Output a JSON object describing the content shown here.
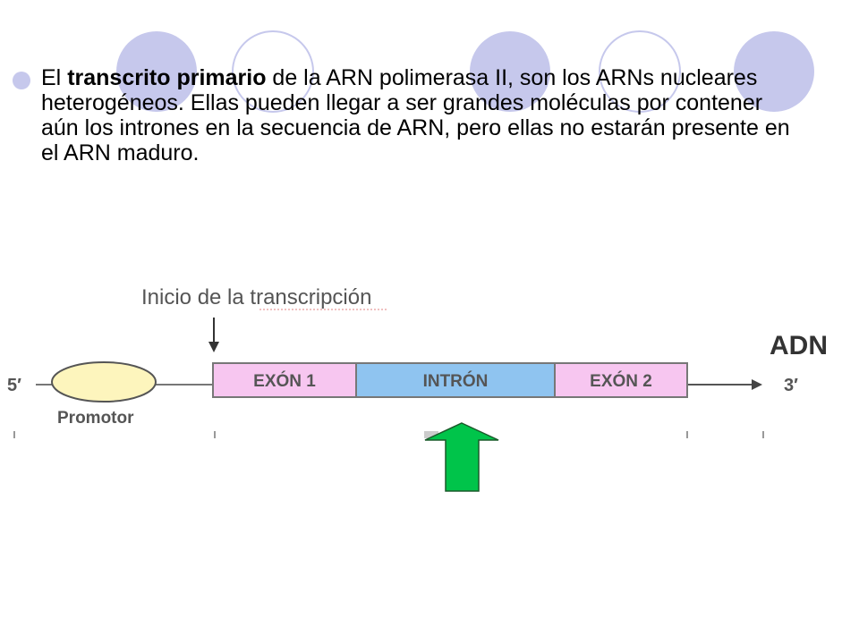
{
  "colors": {
    "circle_fill": "#c6c8ec",
    "circle_stroke": "#c6c8ec",
    "exon": "#f7c6f0",
    "intron": "#8fc4f0",
    "promoter": "#fdf5bd",
    "green_arrow": "#00c44a"
  },
  "bullet": {
    "part1": "El ",
    "bold": "transcrito primario",
    "part2": " de la ARN polimerasa II, son los ARNs nucleares heterogéneos. Ellas pueden llegar a ser grandes moléculas por contener aún los intrones en la secuencia de ARN, pero ellas no estarán presente en el ARN maduro."
  },
  "diagram": {
    "start_label": "Inicio de la transcripción",
    "dna_label": "ADN",
    "five_prime": "5′",
    "three_prime": "3′",
    "promoter_label": "Promotor",
    "segments": [
      "EXÓN 1",
      "INTRÓN",
      "EXÓN 2"
    ]
  },
  "icons": {
    "pointer": "up-arrow-icon",
    "start_marker": "down-arrow-icon"
  }
}
